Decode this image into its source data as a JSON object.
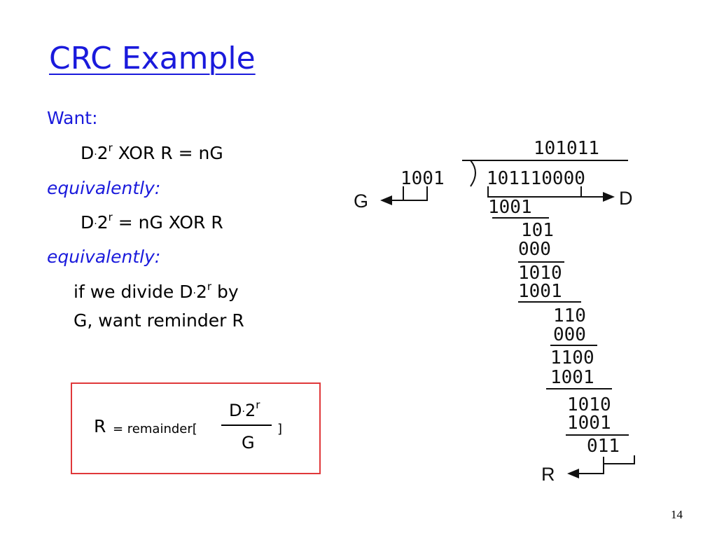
{
  "slide": {
    "title": "CRC Example",
    "page_number": "14"
  },
  "left_text": {
    "want_label": "Want:",
    "eq1": {
      "d": "D",
      "dot": "·",
      "two": "2",
      "r": "r",
      "rest": " XOR R = nG"
    },
    "equiv1": "equivalently:",
    "eq2": {
      "d": "D",
      "dot": "·",
      "two": "2",
      "r": "r",
      "rest": " = nG XOR R"
    },
    "equiv2": "equivalently:",
    "line3a": {
      "pre": "if we divide D",
      "dot": "·",
      "two": "2",
      "r": "r",
      "post": " by"
    },
    "line3b": "G, want reminder R"
  },
  "formula": {
    "lhs": "R",
    "func": "= remainder[",
    "num_d": "D",
    "num_dot": "·",
    "num_two": "2",
    "num_r": "r",
    "den": "G",
    "close": "]",
    "border_color": "#e0383a"
  },
  "division": {
    "quotient": "101011",
    "divisor": "1001",
    "dividend": "101110000",
    "label_g": "G",
    "label_d": "D",
    "label_r": "R",
    "steps": [
      "1001",
      "101",
      "000",
      "1010",
      "1001",
      "110",
      "000",
      "1100",
      "1001",
      "1010",
      "1001",
      "011"
    ]
  },
  "colors": {
    "accent_blue": "#1a1adc",
    "text": "#000000"
  }
}
